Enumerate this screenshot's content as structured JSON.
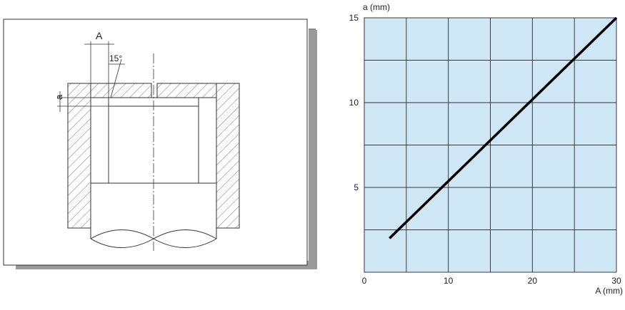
{
  "drawing": {
    "dimension_label_A": "A",
    "angle_label": "15°",
    "dimension_label_a": "a"
  },
  "chart_data": {
    "type": "line",
    "title": "",
    "xlabel": "A (mm)",
    "ylabel": "a (mm)",
    "xlim": [
      0,
      30
    ],
    "ylim": [
      0,
      15
    ],
    "x_ticks": [
      0,
      10,
      20,
      30
    ],
    "y_ticks": [
      5,
      10,
      15
    ],
    "grid": true,
    "grid_step_x": 5,
    "grid_step_y": 2.5,
    "background_color": "#cfe6f5",
    "grid_color": "#3a3a3a",
    "series": [
      {
        "x": [
          3,
          30
        ],
        "y": [
          2,
          15
        ],
        "color": "#000000"
      }
    ]
  }
}
